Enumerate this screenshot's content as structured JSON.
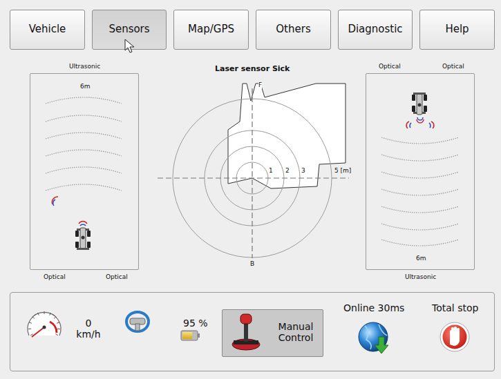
{
  "diagram": {
    "nodes": [
      {
        "text": [
          "Vehicle"
        ]
      },
      {
        "text": [
          "Sensors"
        ]
      },
      {
        "text": [
          "Map/GPS"
        ]
      },
      {
        "text": [
          "Others"
        ]
      },
      {
        "text": [
          "Diagnostic"
        ]
      },
      {
        "text": [
          "Help"
        ]
      },
      {
        "text": [
          "Ultrasonic",
          "6m",
          "Optical",
          "Optical"
        ]
      },
      {
        "text": [
          "Optical",
          "Optical",
          "6m",
          "Ultrasonic"
        ]
      },
      {
        "text": [
          "0 km/h",
          "95 %",
          "Online 30ms",
          "Total stop"
        ]
      },
      {
        "text": [
          "Manual Control"
        ],
        "in": 8
      }
    ],
    "labels": [
      "Laser sensor Sick",
      "F",
      "1",
      "2",
      "3",
      "5 [m]",
      "B"
    ]
  }
}
